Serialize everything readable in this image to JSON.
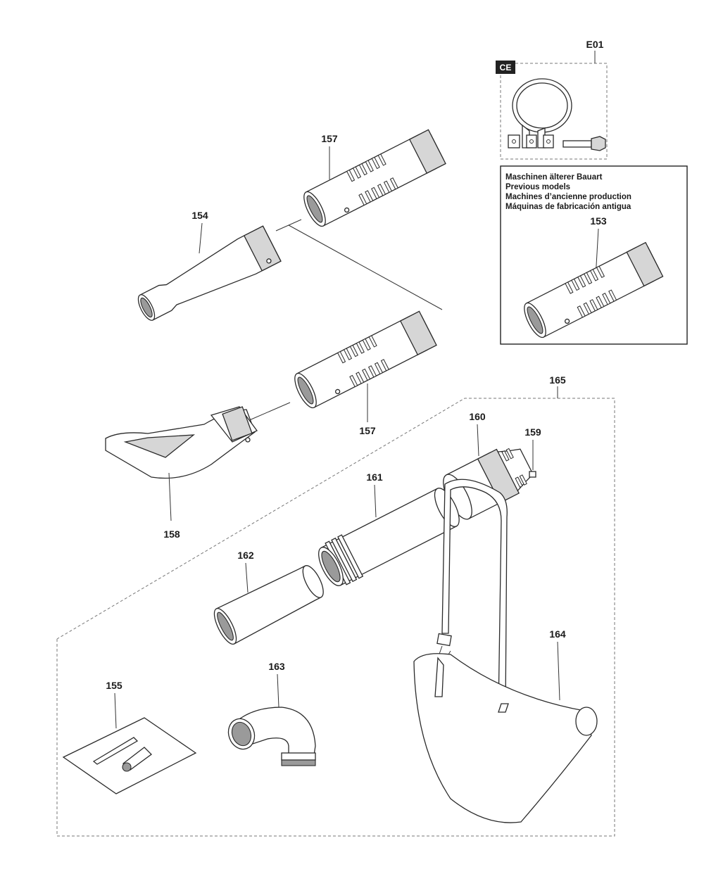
{
  "labels": {
    "p157a": "157",
    "p154": "154",
    "p157b": "157",
    "p158": "158",
    "p165": "165",
    "p160": "160",
    "p159": "159",
    "p161": "161",
    "p162": "162",
    "p164": "164",
    "p163": "163",
    "p155": "155",
    "pE01": "E01",
    "p153": "153"
  },
  "ce_badge": "CE",
  "note_lines": [
    "Maschinen älterer Bauart",
    "Previous models",
    "Machines d’ancienne production",
    "Máquinas de fabricación antigua"
  ]
}
